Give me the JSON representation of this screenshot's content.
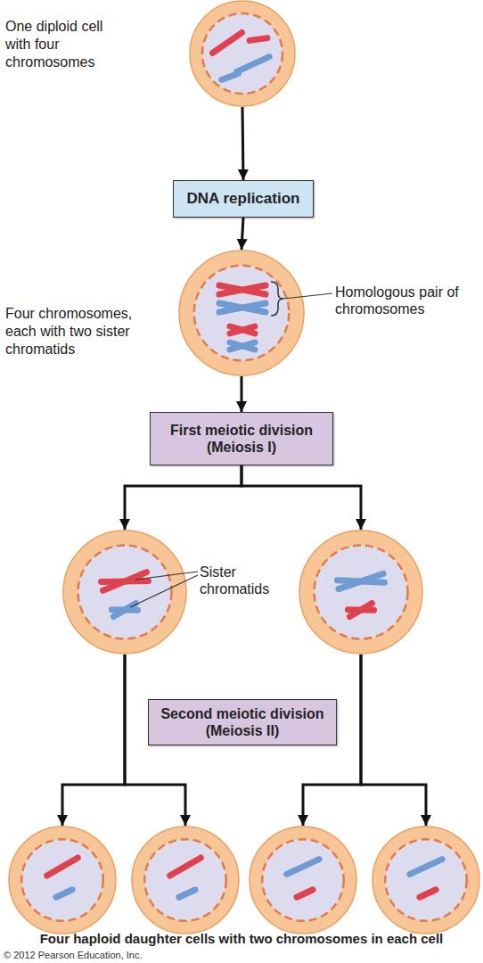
{
  "diagram": {
    "caption": "Four haploid daughter cells with two chromosomes in each cell",
    "nodes": [
      {
        "text": [
          "One diploid cell with four chromosomes"
        ]
      },
      {
        "text": [
          "DNA replication"
        ]
      },
      {
        "text": [
          "Four chromosomes, each with two sister chromatids"
        ]
      },
      {
        "text": [
          "First meiotic division (Meiosis I)"
        ]
      },
      {
        "text": []
      },
      {
        "text": []
      },
      {
        "text": [
          "Second meiotic division (Meiosis II)"
        ]
      },
      {
        "text": []
      },
      {
        "text": []
      },
      {
        "text": []
      },
      {
        "text": []
      }
    ],
    "edges": [
      {
        "from": 0,
        "to": 1,
        "arrow": "to"
      },
      {
        "from": 1,
        "to": 2,
        "arrow": "to"
      },
      {
        "from": 2,
        "to": 3,
        "arrow": "to"
      },
      {
        "from": 3,
        "to": 4,
        "arrow": "to"
      },
      {
        "from": 3,
        "to": 5,
        "arrow": "to"
      },
      {
        "from": 4,
        "to": 7,
        "arrow": "to"
      },
      {
        "from": 4,
        "to": 8,
        "arrow": "to"
      },
      {
        "from": 5,
        "to": 9,
        "arrow": "to"
      },
      {
        "from": 5,
        "to": 10,
        "arrow": "to"
      }
    ],
    "labels": [
      "Homologous pair of chromosomes",
      "Sister chromatids",
      "© 2012 Pearson Education, Inc."
    ]
  }
}
